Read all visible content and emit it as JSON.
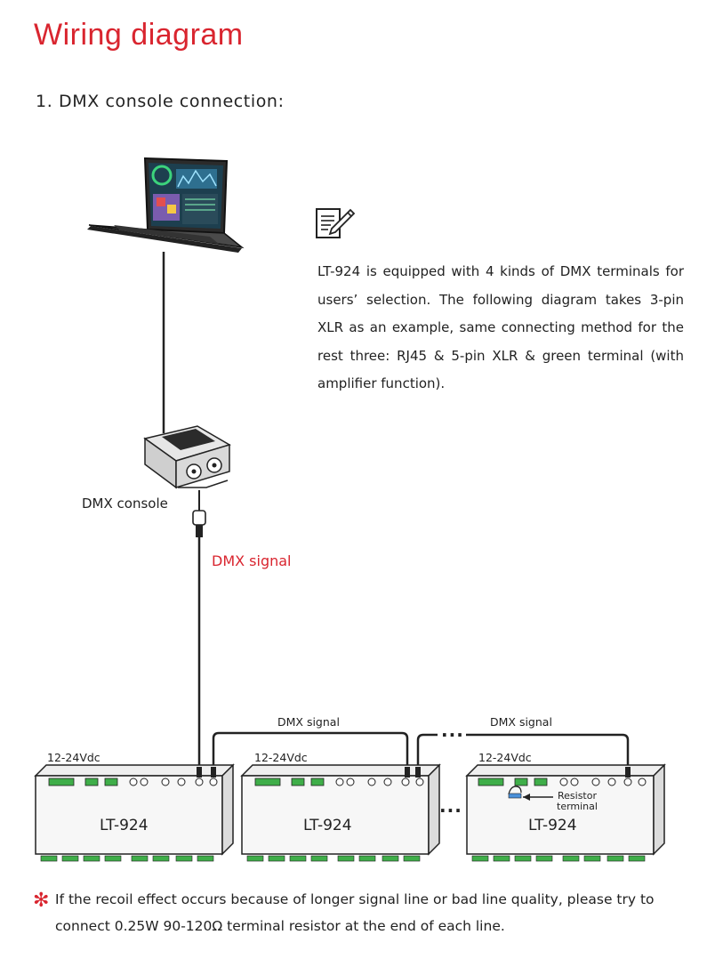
{
  "title": "Wiring diagram",
  "section": "1. DMX console connection:",
  "note": "LT-924 is equipped with 4 kinds of DMX terminals for users’ selection. The following diagram takes 3-pin XLR as an example, same connecting method for the rest three: RJ45 & 5-pin XLR  & green terminal (with amplifier function).",
  "console_label": "DMX console",
  "signal_label": "DMX signal",
  "link_labels": [
    "DMX signal",
    "DMX signal"
  ],
  "ellipsis": "...",
  "controllers": [
    {
      "voltage": "12-24Vdc",
      "model": "LT-924"
    },
    {
      "voltage": "12-24Vdc",
      "model": "LT-924"
    },
    {
      "voltage": "12-24Vdc",
      "model": "LT-924"
    }
  ],
  "resistor": {
    "line1": "Resistor",
    "line2": "terminal"
  },
  "footnote": "If the recoil effect occurs because of longer signal line or bad line quality, please try to connect 0.25W 90-120Ω terminal resistor at the end of each line.",
  "colors": {
    "accent": "#d9252f",
    "terminal_green": "#3fae49"
  },
  "icons": [
    "note-pencil-icon",
    "laptop-icon",
    "dmx-console-icon",
    "xlr-plug-icon",
    "asterisk-icon"
  ]
}
